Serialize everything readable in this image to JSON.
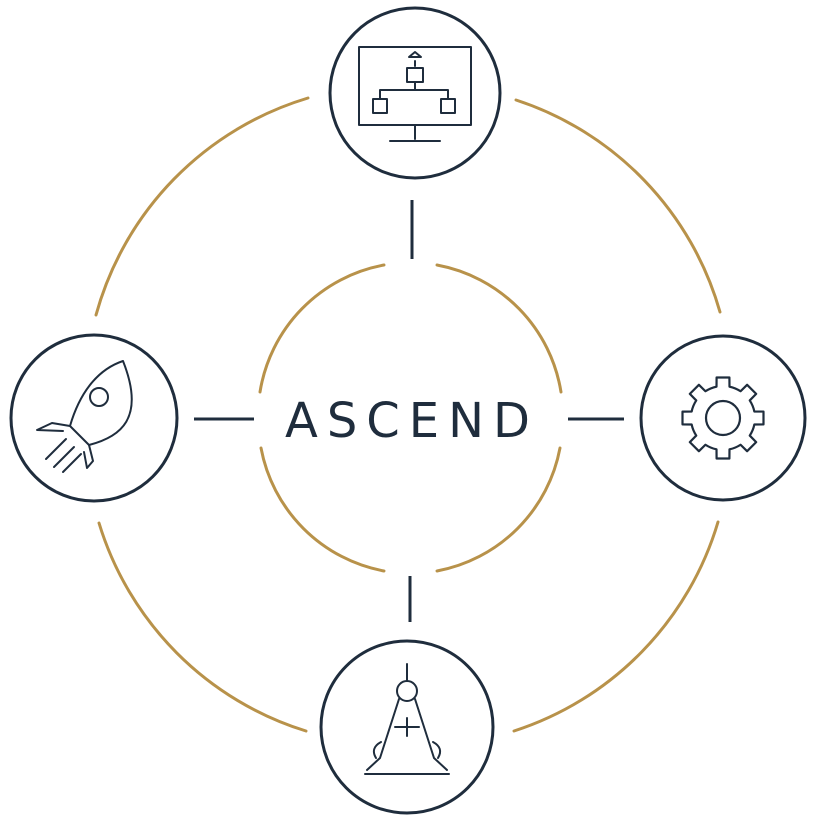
{
  "diagram": {
    "center_label": "ASCEND",
    "nodes": [
      {
        "id": "top",
        "icon": "flowchart-monitor-icon"
      },
      {
        "id": "right",
        "icon": "gear-icon"
      },
      {
        "id": "bottom",
        "icon": "drafting-compass-icon"
      },
      {
        "id": "left",
        "icon": "rocket-icon"
      }
    ]
  },
  "colors": {
    "navy": "#1f2d3d",
    "gold": "#b8924a",
    "background": "#ffffff"
  }
}
